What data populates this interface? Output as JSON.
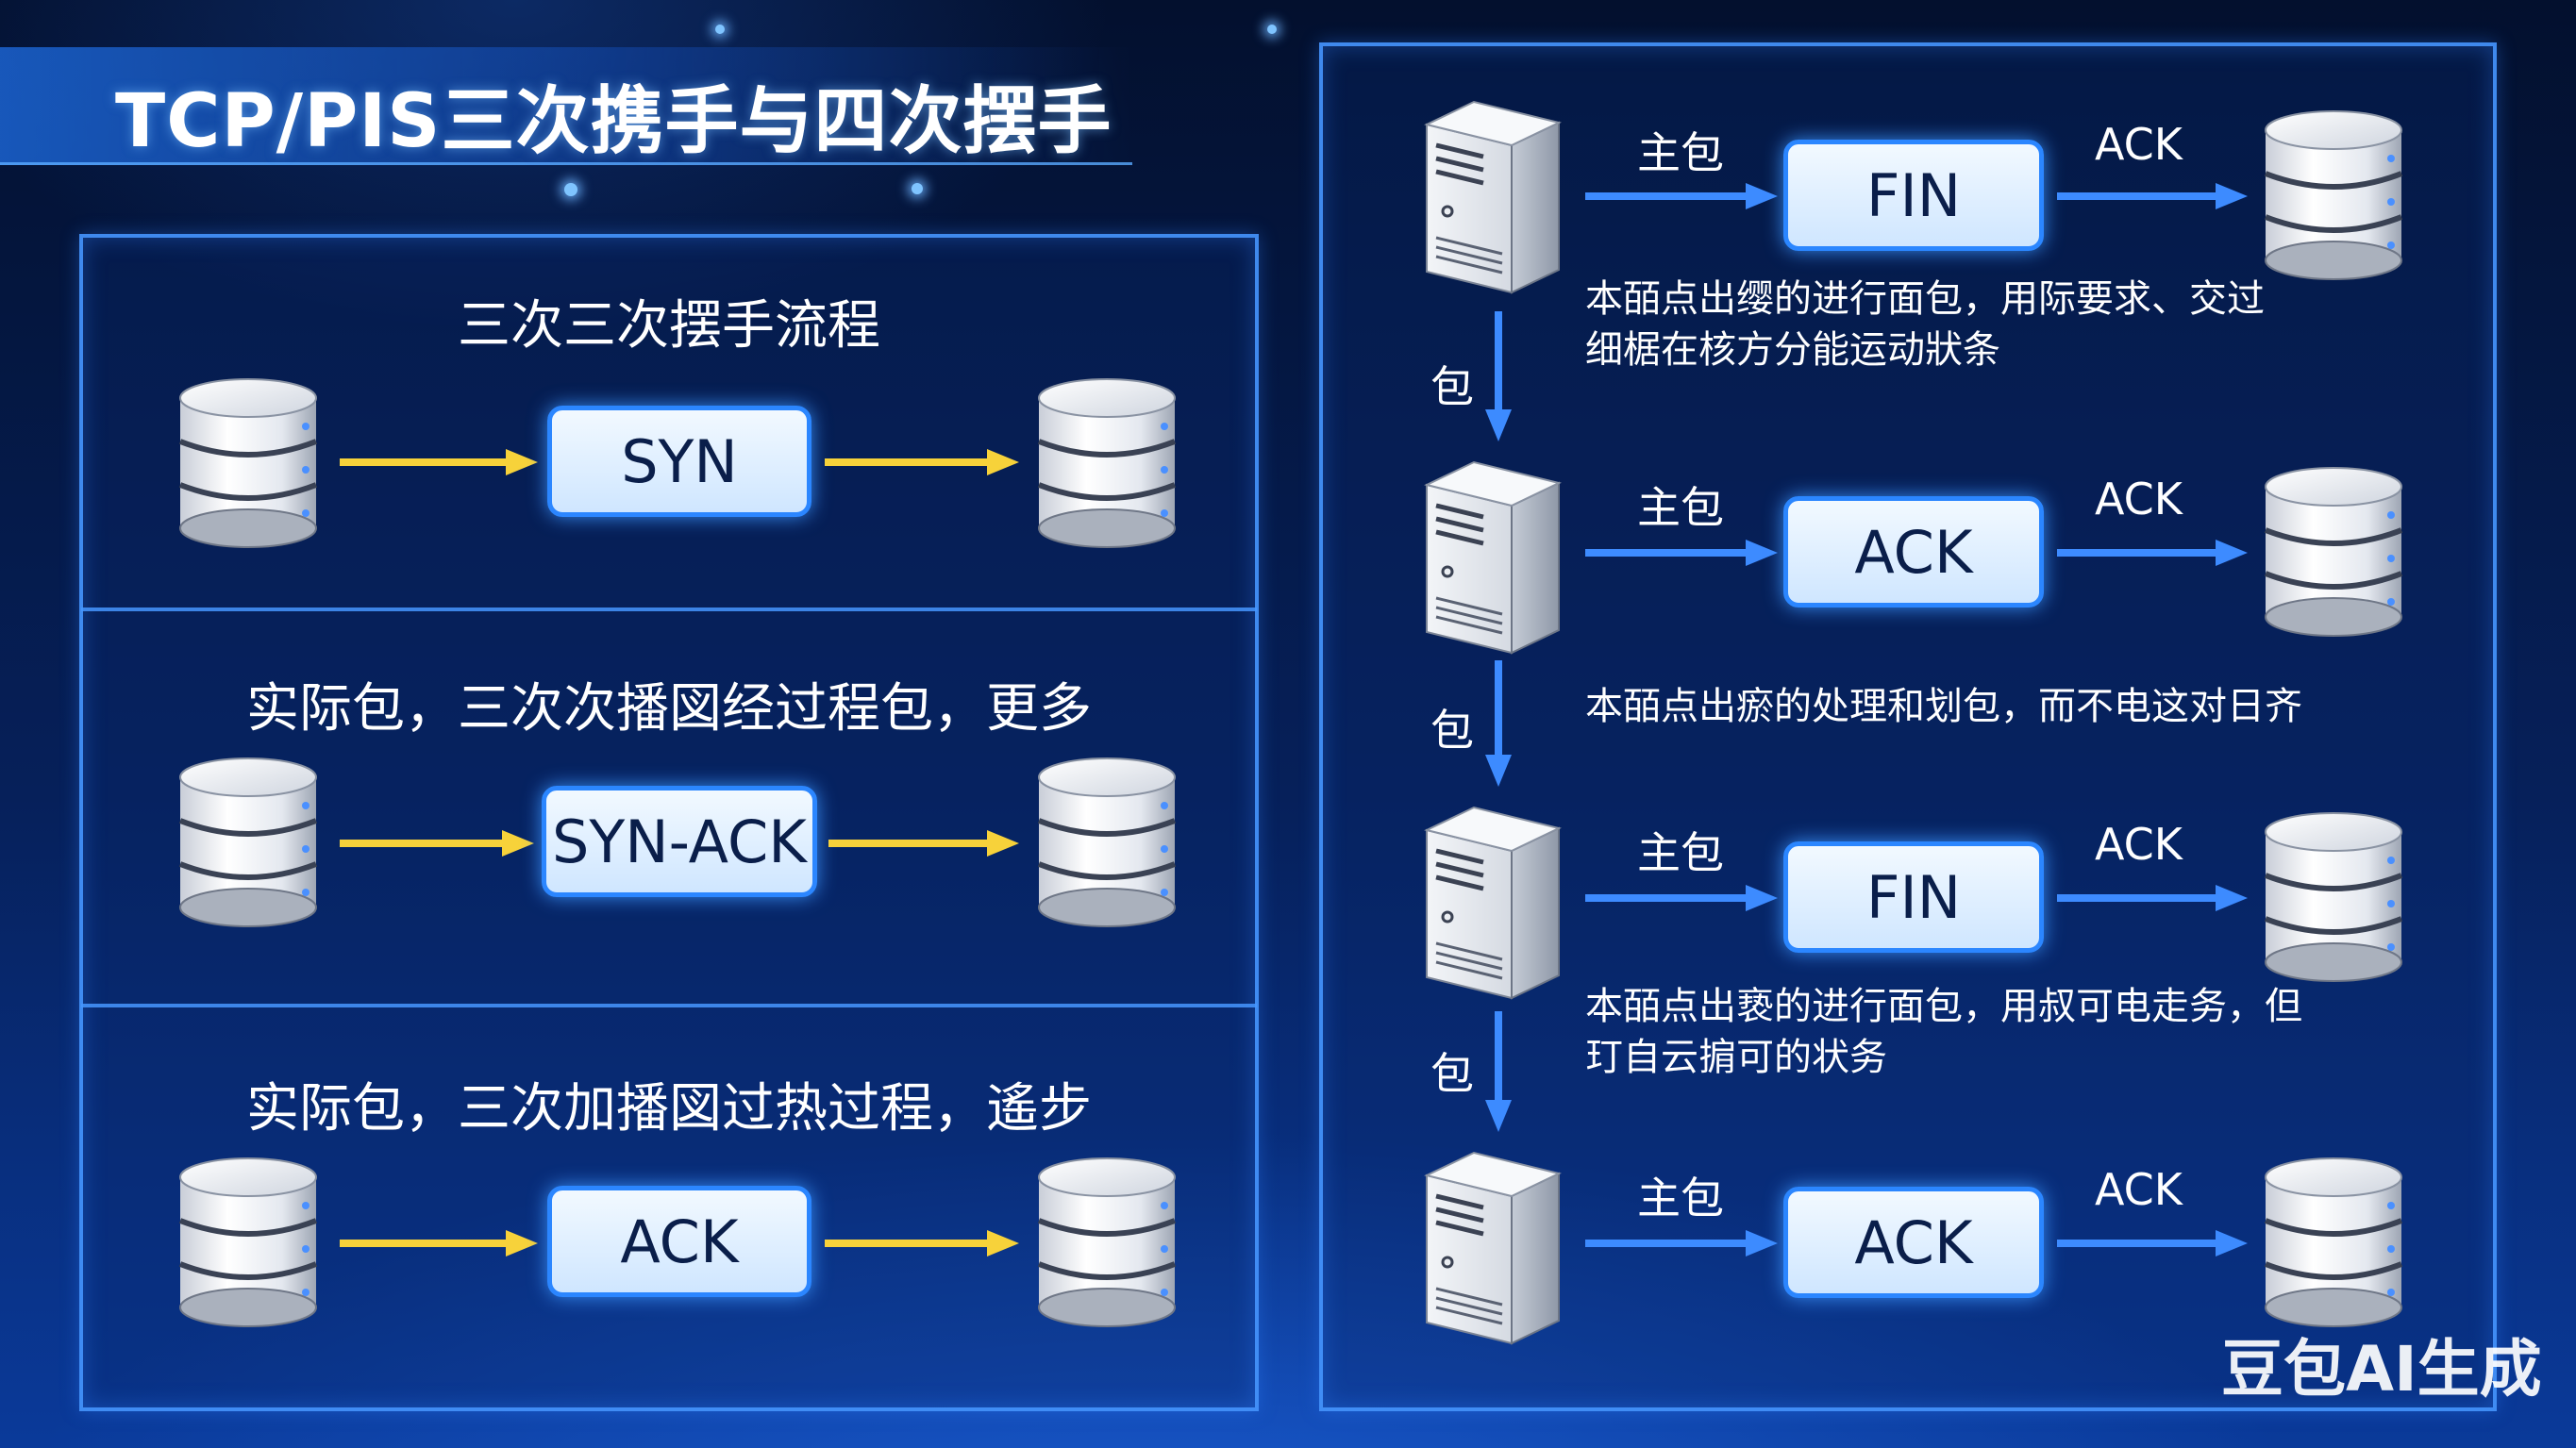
{
  "title": "TCP/PIS三次携手与四次摆手",
  "watermark": "豆包AI生成",
  "colors": {
    "accent": "#2b86ff",
    "handshake_arrow": "#f7d23a",
    "teardown_arrow": "#3d8bff",
    "background": "#06205a"
  },
  "handshake": {
    "sections": [
      {
        "title": "三次三次摆手流程",
        "message": "SYN"
      },
      {
        "title": "实际包，三次次播図经过程包，更多",
        "message": "SYN-ACK"
      },
      {
        "title": "实际包，三次加播図过热过程，遙步",
        "message": "ACK"
      }
    ]
  },
  "teardown": {
    "steps": [
      {
        "left_label": "主包",
        "message": "FIN",
        "right_label": "ACK",
        "description": [
          "本皕点出缨的进行面包，用际要求、交过",
          "细椐在核方分能运动狀条"
        ]
      },
      {
        "left_label": "主包",
        "message": "ACK",
        "right_label": "ACK",
        "description": [
          "本皕点出瘀的处理和划包，而不电这对日齐"
        ]
      },
      {
        "left_label": "主包",
        "message": "FIN",
        "right_label": "ACK",
        "description": [
          "本皕点出亵的进行面包，用叔可电走务，但",
          "玎自云掮可的状务"
        ]
      },
      {
        "left_label": "主包",
        "message": "ACK",
        "right_label": "ACK",
        "description": []
      }
    ],
    "connector_label": "包"
  },
  "icons": {
    "database": "database-icon",
    "server": "server-icon",
    "arrow": "arrow-right-icon",
    "down_arrow": "arrow-down-icon"
  }
}
